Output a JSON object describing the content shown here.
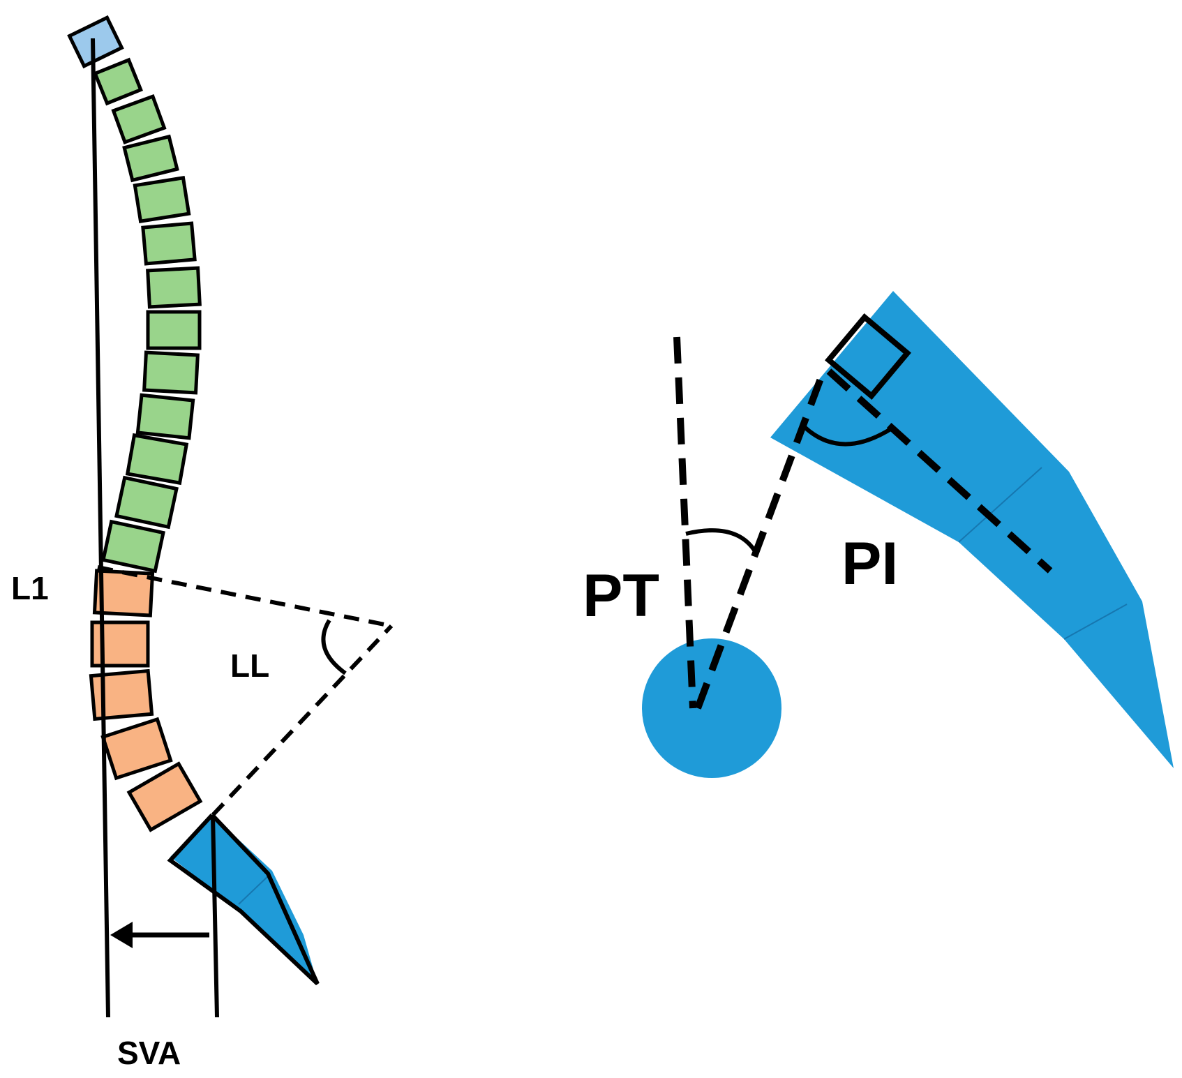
{
  "labels": {
    "l1": "L1",
    "ll": "LL",
    "sva": "SVA",
    "pt": "PT",
    "pi": "PI"
  },
  "colors": {
    "cervical": "#9cc9ec",
    "thoracic": "#99d48b",
    "lumbar": "#f9b383",
    "pelvis": "#1f9bd8",
    "outline": "#000000"
  }
}
